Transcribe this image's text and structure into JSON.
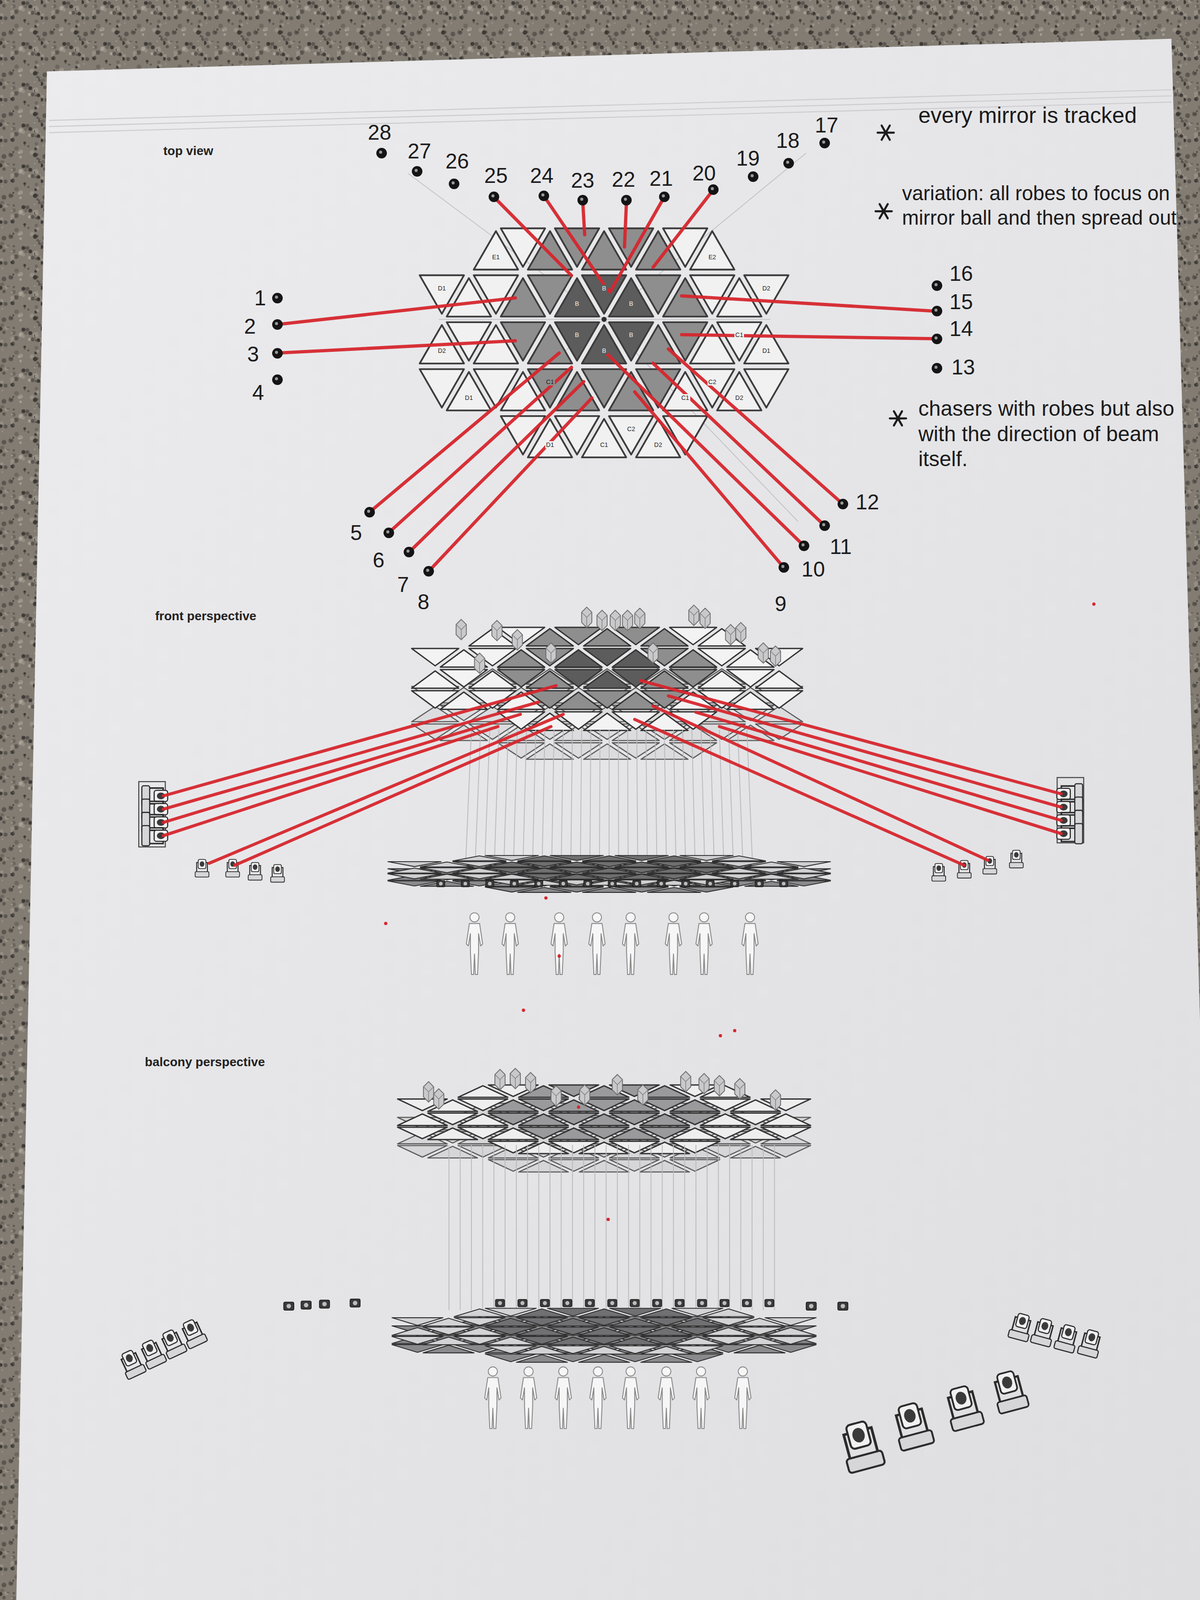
{
  "diagram": {
    "nodes": [
      {
        "text": [
          "1"
        ]
      },
      {
        "text": [
          "2"
        ]
      },
      {
        "text": [
          "3"
        ]
      },
      {
        "text": [
          "4"
        ]
      },
      {
        "text": [
          "5"
        ]
      },
      {
        "text": [
          "6"
        ]
      },
      {
        "text": [
          "7"
        ]
      },
      {
        "text": [
          "8"
        ]
      },
      {
        "text": [
          "9"
        ]
      },
      {
        "text": [
          "10"
        ]
      },
      {
        "text": [
          "11"
        ]
      },
      {
        "text": [
          "12"
        ]
      },
      {
        "text": [
          "13"
        ]
      },
      {
        "text": [
          "14"
        ]
      },
      {
        "text": [
          "15"
        ]
      },
      {
        "text": [
          "16"
        ]
      },
      {
        "text": [
          "17"
        ]
      },
      {
        "text": [
          "18"
        ]
      },
      {
        "text": [
          "19"
        ]
      },
      {
        "text": [
          "20"
        ]
      },
      {
        "text": [
          "21"
        ]
      },
      {
        "text": [
          "22"
        ]
      },
      {
        "text": [
          "23"
        ]
      },
      {
        "text": [
          "24"
        ]
      },
      {
        "text": [
          "25"
        ]
      },
      {
        "text": [
          "26"
        ]
      },
      {
        "text": [
          "27"
        ]
      },
      {
        "text": [
          "28"
        ]
      }
    ],
    "labels": [
      "top view",
      "every mirror is tracked",
      "variation: all robes to focus on mirror ball and then spread out.",
      "chasers with robes but also with the direction of beam itself.",
      "B",
      "B",
      "B",
      "B",
      "B",
      "B",
      "E1",
      "E2",
      "D1",
      "D2",
      "D2",
      "D1",
      "C1",
      "D1",
      "C1",
      "C1",
      "C2",
      "D2",
      "D1",
      "C1",
      "D2",
      "C2",
      "front perspective",
      "balcony perspective"
    ]
  }
}
